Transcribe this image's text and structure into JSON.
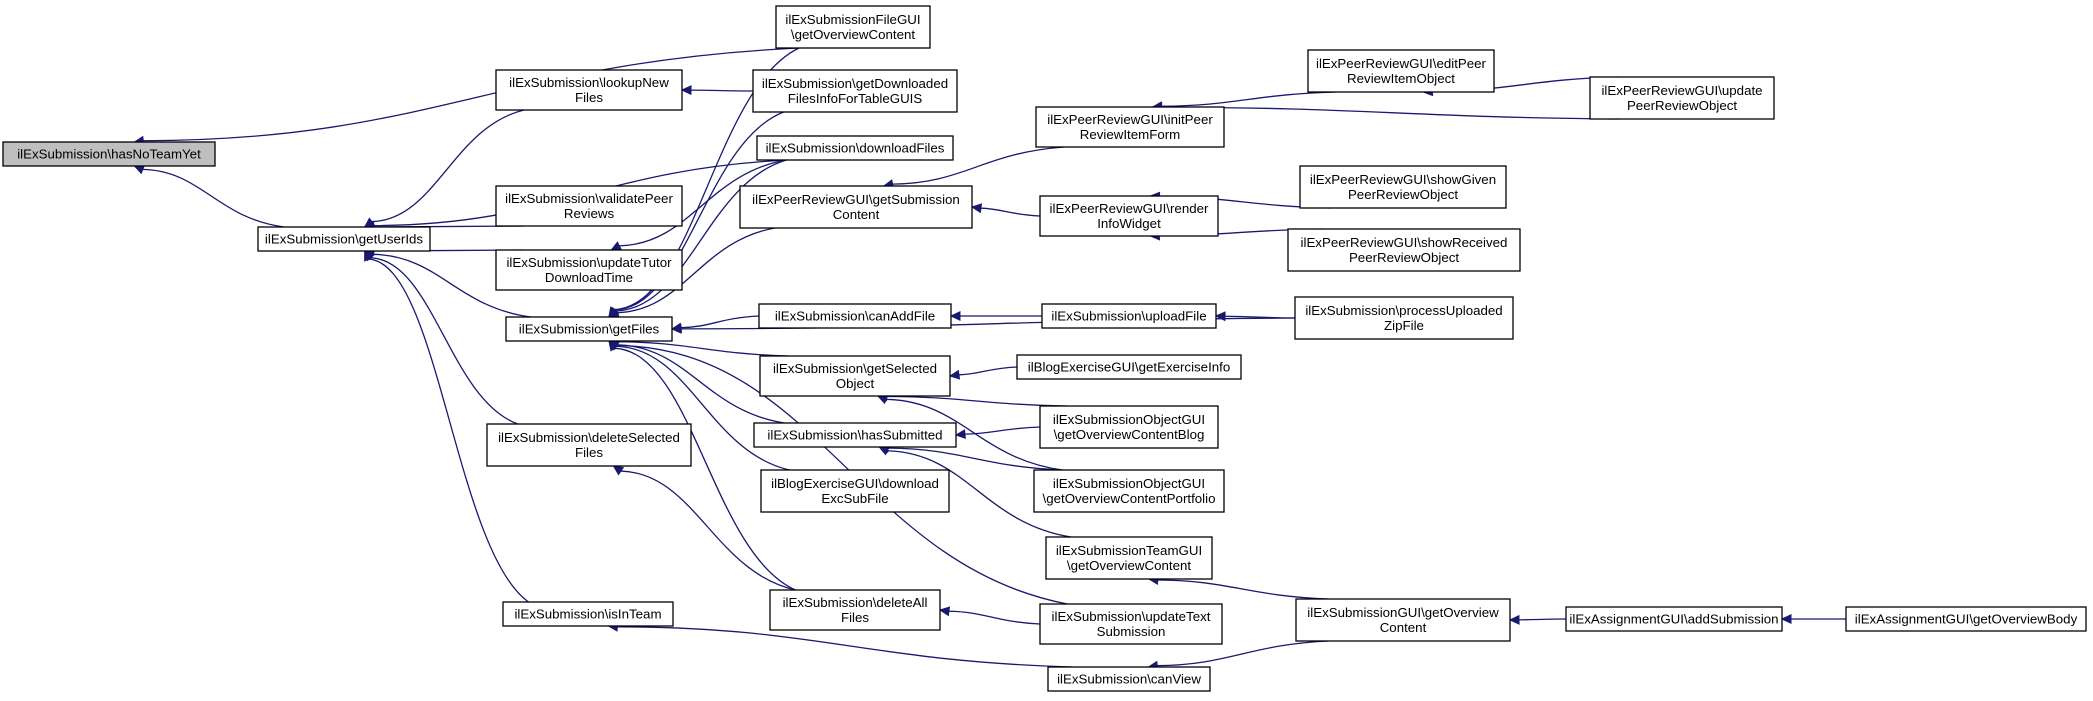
{
  "graph": {
    "nodes": [
      {
        "id": "hasNoTeamYet",
        "lines": [
          "ilExSubmission\\hasNoTeamYet"
        ],
        "root": true
      },
      {
        "id": "getUserIds",
        "lines": [
          "ilExSubmission\\getUserIds"
        ]
      },
      {
        "id": "lookupNewFiles",
        "lines": [
          "ilExSubmission\\lookupNew",
          "Files"
        ]
      },
      {
        "id": "validatePeerReviews",
        "lines": [
          "ilExSubmission\\validatePeer",
          "Reviews"
        ]
      },
      {
        "id": "updateTutorDownloadTime",
        "lines": [
          "ilExSubmission\\updateTutor",
          "DownloadTime"
        ]
      },
      {
        "id": "getFiles",
        "lines": [
          "ilExSubmission\\getFiles"
        ]
      },
      {
        "id": "deleteSelectedFiles",
        "lines": [
          "ilExSubmission\\deleteSelected",
          "Files"
        ]
      },
      {
        "id": "isInTeam",
        "lines": [
          "ilExSubmission\\isInTeam"
        ]
      },
      {
        "id": "fileGuiOverview",
        "lines": [
          "ilExSubmissionFileGUI",
          "\\getOverviewContent"
        ]
      },
      {
        "id": "getDownloadedFiles",
        "lines": [
          "ilExSubmission\\getDownloaded",
          "FilesInfoForTableGUIS"
        ]
      },
      {
        "id": "downloadFiles",
        "lines": [
          "ilExSubmission\\downloadFiles"
        ]
      },
      {
        "id": "prGetSubmissionContent",
        "lines": [
          "ilExPeerReviewGUI\\getSubmission",
          "Content"
        ]
      },
      {
        "id": "canAddFile",
        "lines": [
          "ilExSubmission\\canAddFile"
        ]
      },
      {
        "id": "getSelectedObject",
        "lines": [
          "ilExSubmission\\getSelected",
          "Object"
        ]
      },
      {
        "id": "hasSubmitted",
        "lines": [
          "ilExSubmission\\hasSubmitted"
        ]
      },
      {
        "id": "blogDownloadExcSubFile",
        "lines": [
          "ilBlogExerciseGUI\\download",
          "ExcSubFile"
        ]
      },
      {
        "id": "deleteAllFiles",
        "lines": [
          "ilExSubmission\\deleteAll",
          "Files"
        ]
      },
      {
        "id": "prInitPeerReviewItemForm",
        "lines": [
          "ilExPeerReviewGUI\\initPeer",
          "ReviewItemForm"
        ]
      },
      {
        "id": "prRenderInfoWidget",
        "lines": [
          "ilExPeerReviewGUI\\render",
          "InfoWidget"
        ]
      },
      {
        "id": "uploadFile",
        "lines": [
          "ilExSubmission\\uploadFile"
        ]
      },
      {
        "id": "blogGetExerciseInfo",
        "lines": [
          "ilBlogExerciseGUI\\getExerciseInfo"
        ]
      },
      {
        "id": "objGuiBlog",
        "lines": [
          "ilExSubmissionObjectGUI",
          "\\getOverviewContentBlog"
        ]
      },
      {
        "id": "objGuiPortfolio",
        "lines": [
          "ilExSubmissionObjectGUI",
          "\\getOverviewContentPortfolio"
        ]
      },
      {
        "id": "teamGuiOverview",
        "lines": [
          "ilExSubmissionTeamGUI",
          "\\getOverviewContent"
        ]
      },
      {
        "id": "updateTextSubmission",
        "lines": [
          "ilExSubmission\\updateText",
          "Submission"
        ]
      },
      {
        "id": "canView",
        "lines": [
          "ilExSubmission\\canView"
        ]
      },
      {
        "id": "prEditPeerReviewItemObject",
        "lines": [
          "ilExPeerReviewGUI\\editPeer",
          "ReviewItemObject"
        ]
      },
      {
        "id": "prUpdatePeerReviewObject",
        "lines": [
          "ilExPeerReviewGUI\\update",
          "PeerReviewObject"
        ]
      },
      {
        "id": "prShowGivenPeerReviewObject",
        "lines": [
          "ilExPeerReviewGUI\\showGiven",
          "PeerReviewObject"
        ]
      },
      {
        "id": "prShowReceivedPeerReviewObject",
        "lines": [
          "ilExPeerReviewGUI\\showReceived",
          "PeerReviewObject"
        ]
      },
      {
        "id": "processUploadedZipFile",
        "lines": [
          "ilExSubmission\\processUploaded",
          "ZipFile"
        ]
      },
      {
        "id": "subGuiOverview",
        "lines": [
          "ilExSubmissionGUI\\getOverview",
          "Content"
        ]
      },
      {
        "id": "assignmentAddSubmission",
        "lines": [
          "ilExAssignmentGUI\\addSubmission"
        ]
      },
      {
        "id": "assignmentGetOverviewBody",
        "lines": [
          "ilExAssignmentGUI\\getOverviewBody"
        ]
      }
    ],
    "edges": [
      {
        "from": "getUserIds",
        "to": "hasNoTeamYet"
      },
      {
        "from": "fileGuiOverview",
        "to": "hasNoTeamYet"
      },
      {
        "from": "lookupNewFiles",
        "to": "getUserIds"
      },
      {
        "from": "validatePeerReviews",
        "to": "getUserIds"
      },
      {
        "from": "updateTutorDownloadTime",
        "to": "getUserIds"
      },
      {
        "from": "getFiles",
        "to": "getUserIds"
      },
      {
        "from": "deleteSelectedFiles",
        "to": "getUserIds"
      },
      {
        "from": "isInTeam",
        "to": "getUserIds"
      },
      {
        "from": "downloadFiles",
        "to": "getUserIds"
      },
      {
        "from": "getDownloadedFiles",
        "to": "lookupNewFiles"
      },
      {
        "from": "downloadFiles",
        "to": "updateTutorDownloadTime"
      },
      {
        "from": "fileGuiOverview",
        "to": "getFiles"
      },
      {
        "from": "getDownloadedFiles",
        "to": "getFiles"
      },
      {
        "from": "downloadFiles",
        "to": "getFiles"
      },
      {
        "from": "prGetSubmissionContent",
        "to": "getFiles"
      },
      {
        "from": "canAddFile",
        "to": "getFiles"
      },
      {
        "from": "getSelectedObject",
        "to": "getFiles"
      },
      {
        "from": "hasSubmitted",
        "to": "getFiles"
      },
      {
        "from": "blogDownloadExcSubFile",
        "to": "getFiles"
      },
      {
        "from": "deleteAllFiles",
        "to": "getFiles"
      },
      {
        "from": "updateTextSubmission",
        "to": "getFiles"
      },
      {
        "from": "processUploadedZipFile",
        "to": "getFiles"
      },
      {
        "from": "deleteAllFiles",
        "to": "deleteSelectedFiles"
      },
      {
        "from": "canView",
        "to": "isInTeam"
      },
      {
        "from": "prInitPeerReviewItemForm",
        "to": "prGetSubmissionContent"
      },
      {
        "from": "prRenderInfoWidget",
        "to": "prGetSubmissionContent"
      },
      {
        "from": "uploadFile",
        "to": "canAddFile"
      },
      {
        "from": "blogGetExerciseInfo",
        "to": "getSelectedObject"
      },
      {
        "from": "objGuiBlog",
        "to": "getSelectedObject"
      },
      {
        "from": "objGuiPortfolio",
        "to": "getSelectedObject"
      },
      {
        "from": "objGuiBlog",
        "to": "hasSubmitted"
      },
      {
        "from": "objGuiPortfolio",
        "to": "hasSubmitted"
      },
      {
        "from": "teamGuiOverview",
        "to": "hasSubmitted"
      },
      {
        "from": "updateTextSubmission",
        "to": "deleteAllFiles"
      },
      {
        "from": "prEditPeerReviewItemObject",
        "to": "prInitPeerReviewItemForm"
      },
      {
        "from": "prUpdatePeerReviewObject",
        "to": "prInitPeerReviewItemForm"
      },
      {
        "from": "prShowGivenPeerReviewObject",
        "to": "prRenderInfoWidget"
      },
      {
        "from": "prShowReceivedPeerReviewObject",
        "to": "prRenderInfoWidget"
      },
      {
        "from": "processUploadedZipFile",
        "to": "uploadFile"
      },
      {
        "from": "subGuiOverview",
        "to": "teamGuiOverview"
      },
      {
        "from": "subGuiOverview",
        "to": "canView"
      },
      {
        "from": "prUpdatePeerReviewObject",
        "to": "prEditPeerReviewItemObject"
      },
      {
        "from": "assignmentAddSubmission",
        "to": "subGuiOverview"
      },
      {
        "from": "assignmentGetOverviewBody",
        "to": "assignmentAddSubmission"
      }
    ]
  }
}
